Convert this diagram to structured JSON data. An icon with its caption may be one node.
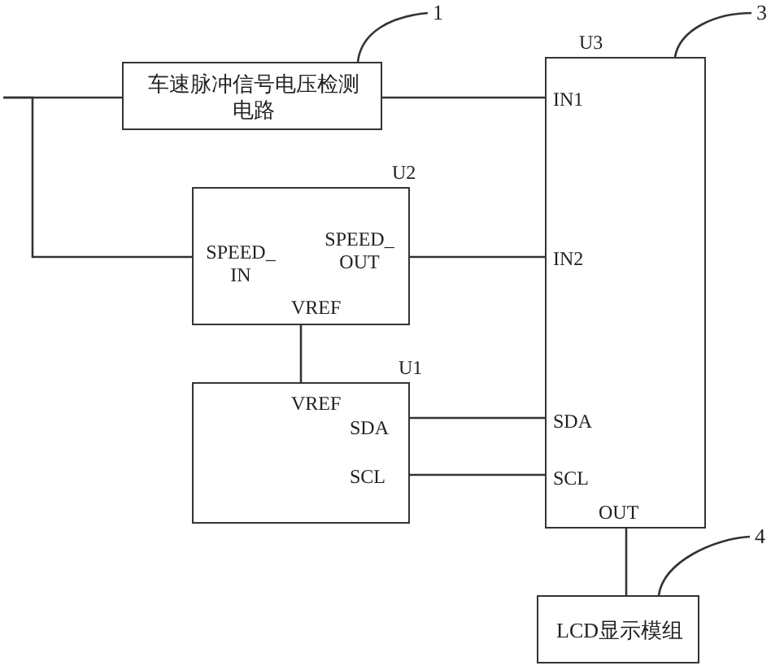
{
  "diagram": {
    "nodes": [
      {
        "text": [
          "车速脉冲信号电压检测电路"
        ]
      },
      {
        "text": [
          "U2",
          "SPEED_ IN",
          "SPEED_ OUT",
          "VREF"
        ]
      },
      {
        "text": [
          "U1",
          "VREF",
          "SDA",
          "SCL"
        ]
      },
      {
        "text": [
          "U3",
          "IN1",
          "IN2",
          "SDA",
          "SCL",
          "OUT"
        ]
      },
      {
        "text": [
          "LCD显示模组"
        ]
      },
      {
        "text": [
          "1"
        ]
      },
      {
        "text": [
          "3"
        ]
      },
      {
        "text": [
          "4"
        ]
      }
    ],
    "edges": [
      {
        "from": null,
        "to": 0,
        "arrow": "none"
      },
      {
        "from": null,
        "to": 1,
        "arrow": "none"
      },
      {
        "from": 0,
        "to": 3,
        "arrow": "none"
      },
      {
        "from": 3,
        "to": 1,
        "arrow": "none"
      },
      {
        "from": 1,
        "to": 2,
        "arrow": "none"
      },
      {
        "from": 2,
        "to": 3,
        "arrow": "none"
      },
      {
        "from": 2,
        "to": 3,
        "arrow": "none"
      },
      {
        "from": 3,
        "to": 4,
        "arrow": "none"
      },
      {
        "from": 5,
        "to": 0,
        "arrow": "none"
      },
      {
        "from": 6,
        "to": 3,
        "arrow": "none"
      },
      {
        "from": 7,
        "to": 4,
        "arrow": "none"
      }
    ]
  }
}
